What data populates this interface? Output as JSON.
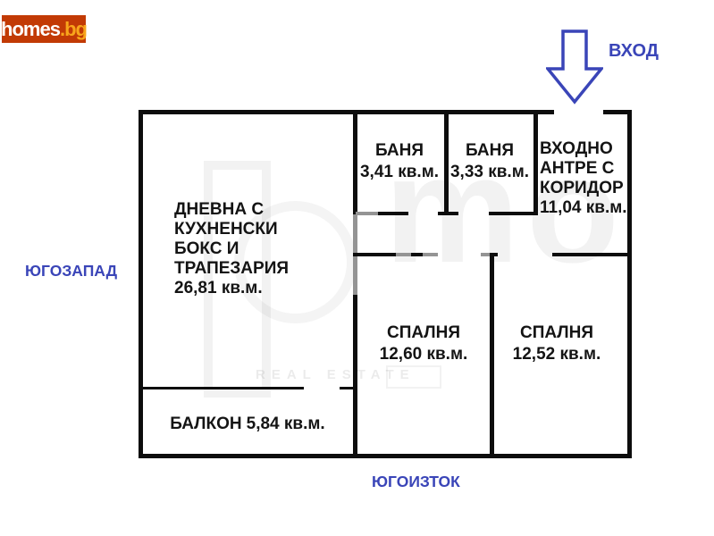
{
  "site": {
    "logo_text": "homes",
    "logo_suffix": ".bg"
  },
  "compass": {
    "entrance_label": "ВХОД",
    "southwest_label": "ЮГОЗАПАД",
    "southeast_label": "ЮГОИЗТОК"
  },
  "floor_plan": {
    "rooms": [
      {
        "id": "living",
        "name_lines": [
          "ДНЕВНА С",
          "КУХНЕНСКИ",
          "БОКС И",
          "ТРАПЕЗАРИЯ"
        ],
        "area": "26,81 кв.м."
      },
      {
        "id": "bath1",
        "name_lines": [
          "БАНЯ"
        ],
        "area": "3,41 кв.м."
      },
      {
        "id": "bath2",
        "name_lines": [
          "БАНЯ"
        ],
        "area": "3,33 кв.м."
      },
      {
        "id": "hall",
        "name_lines": [
          "ВХОДНО",
          "АНТРЕ С",
          "КОРИДОР"
        ],
        "area": "11,04 кв.м."
      },
      {
        "id": "bedroom1",
        "name_lines": [
          "СПАЛНЯ"
        ],
        "area": "12,60 кв.м."
      },
      {
        "id": "bedroom2",
        "name_lines": [
          "СПАЛНЯ"
        ],
        "area": "12,52 кв.м."
      },
      {
        "id": "balcony",
        "name_lines": [
          "БАЛКОН"
        ],
        "area": "5,84 кв.м."
      }
    ],
    "watermark": {
      "caption": "REAL ESTATE",
      "glyphs": "mo"
    }
  },
  "colors": {
    "accent_blue": "#3a45b8",
    "wall_color": "#0d0d0d",
    "door_gray": "#949494",
    "logo_bg": "#c23a05",
    "logo_suffix": "#f8a51b"
  }
}
